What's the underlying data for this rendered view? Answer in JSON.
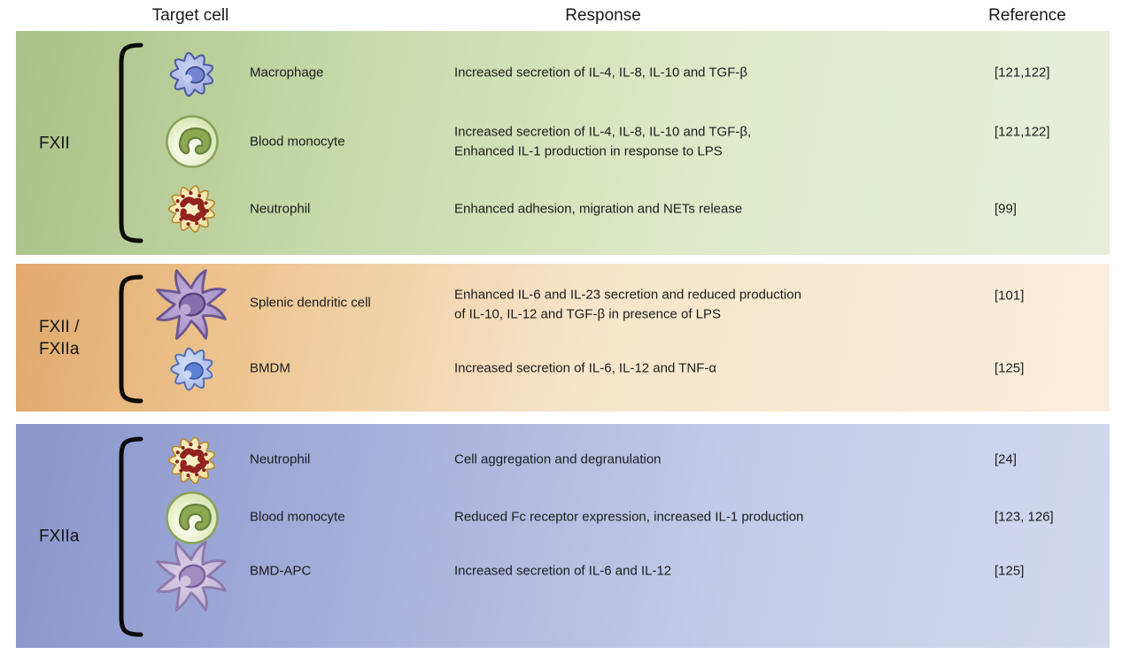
{
  "figure": {
    "header": {
      "target_cell": "Target cell",
      "response": "Response",
      "reference": "Reference"
    },
    "sections": [
      {
        "label": "FXII",
        "theme": {
          "left": "#a9c187",
          "right": "#e7efda"
        },
        "rows": [
          {
            "icon": "macrophage-icon",
            "cell": "Macrophage",
            "response": "Increased secretion of IL-4, IL-8, IL-10 and TGF-β",
            "reference": "[121,122]"
          },
          {
            "icon": "blood-monocyte-icon",
            "cell": "Blood monocyte",
            "response": "Increased secretion of IL-4, IL-8, IL-10 and TGF-β,\nEnhanced IL-1 production in response to LPS",
            "reference": "[121,122]"
          },
          {
            "icon": "neutrophil-icon",
            "cell": "Neutrophil",
            "response": "Enhanced adhesion, migration and NETs release",
            "reference": "[99]"
          }
        ]
      },
      {
        "label": "FXII /\nFXIIa",
        "theme": {
          "left": "#e1a96b",
          "right": "#f9eedd"
        },
        "rows": [
          {
            "icon": "splenic-dendritic-cell-icon",
            "cell": "Splenic dendritic cell",
            "response": "Enhanced IL-6 and IL-23 secretion and reduced production\nof IL-10, IL-12 and TGF-β in presence of LPS",
            "reference": "[101]"
          },
          {
            "icon": "bmdm-icon",
            "cell": "BMDM",
            "response": "Increased secretion of IL-6, IL-12 and TNF-α",
            "reference": "[125]"
          }
        ]
      },
      {
        "label": "FXIIa",
        "theme": {
          "left": "#8a96cc",
          "right": "#d2d9ee"
        },
        "rows": [
          {
            "icon": "neutrophil-icon",
            "cell": "Neutrophil",
            "response": "Cell aggregation and degranulation",
            "reference": "[24]"
          },
          {
            "icon": "blood-monocyte-icon",
            "cell": "Blood monocyte",
            "response": "Reduced Fc receptor expression, increased IL-1 production",
            "reference": "[123, 126]"
          },
          {
            "icon": "bmd-apc-icon",
            "cell": "BMD-APC",
            "response": "Increased secretion of IL-6 and IL-12",
            "reference": "[125]"
          }
        ]
      }
    ]
  }
}
